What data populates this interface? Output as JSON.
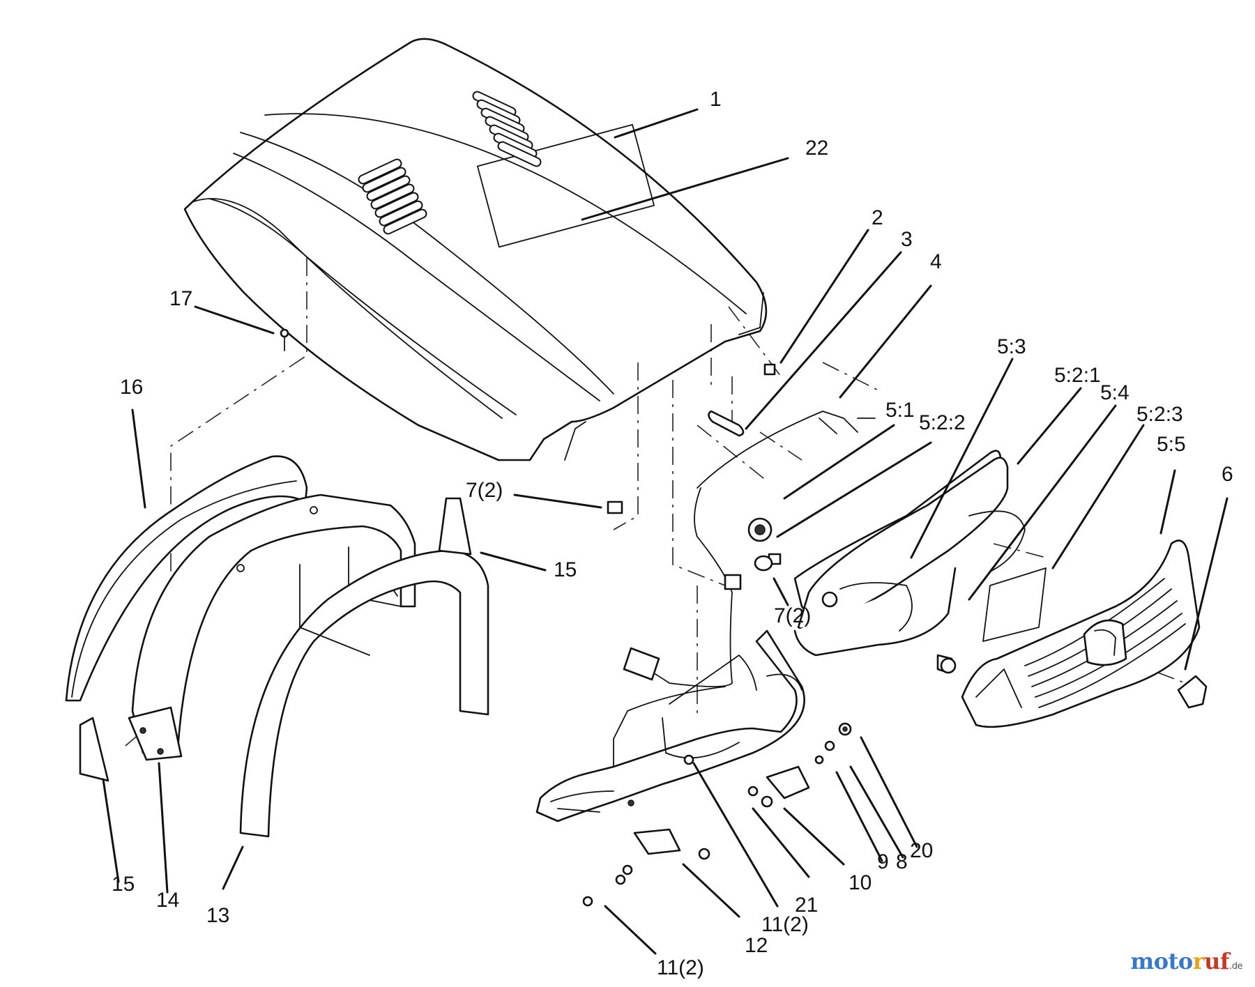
{
  "callouts": [
    "1",
    "22",
    "2",
    "3",
    "4",
    "17",
    "16",
    "5:3",
    "5:2:1",
    "5:1",
    "5:2:2",
    "5:4",
    "5:2:3",
    "5:5",
    "6",
    "7(2)",
    "15",
    "7(2)",
    "15",
    "14",
    "13",
    "20",
    "8",
    "9",
    "10",
    "21",
    "11(2)",
    "12",
    "11(2)"
  ],
  "watermark": {
    "part_a": "moto",
    "part_b": "r",
    "part_c": "uf",
    "tld": ".de"
  },
  "colors": {
    "line": "#111111",
    "background": "#ffffff",
    "watermark_blue": "#3a77c4",
    "watermark_orange": "#e5a11f",
    "watermark_red": "#c03a2b"
  }
}
